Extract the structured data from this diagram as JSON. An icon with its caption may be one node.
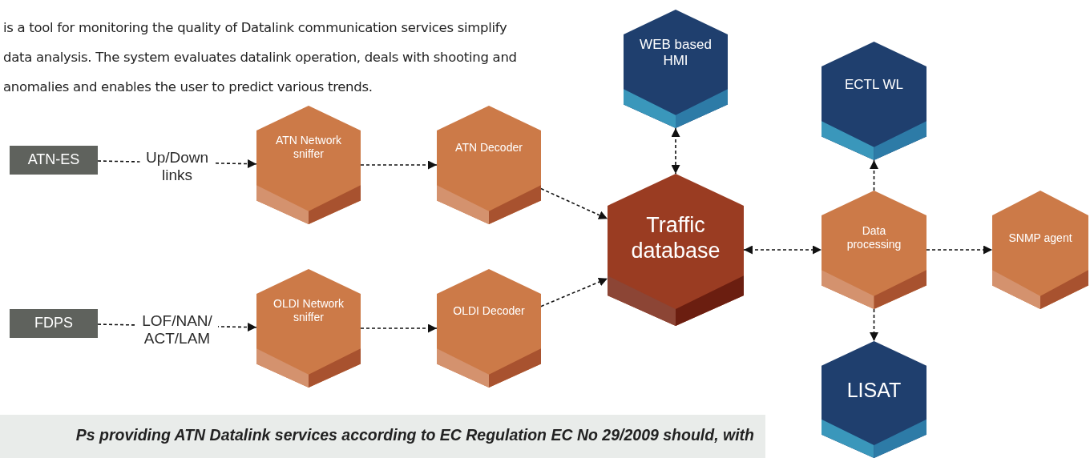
{
  "diagram": {
    "nodes": [
      {
        "text": [
          "ATN-ES"
        ]
      },
      {
        "text": [
          "FDPS"
        ]
      },
      {
        "text": [
          "ATN Network sniffer"
        ]
      },
      {
        "text": [
          "ATN Decoder"
        ]
      },
      {
        "text": [
          "OLDI Network sniffer"
        ]
      },
      {
        "text": [
          "OLDI Decoder"
        ]
      },
      {
        "text": [
          "WEB based HMI"
        ]
      },
      {
        "text": [
          "Traffic database"
        ]
      },
      {
        "text": [
          "ECTL WL"
        ]
      },
      {
        "text": [
          "Data processing"
        ]
      },
      {
        "text": [
          "SNMP agent"
        ]
      },
      {
        "text": [
          "LISAT"
        ]
      }
    ],
    "edges": [
      {
        "from": 0,
        "to": 2,
        "arrow": "to",
        "label": "Up/Down links",
        "style": "dashed"
      },
      {
        "from": 1,
        "to": 4,
        "arrow": "to",
        "label": "LOF/NAN/ACT/LAM",
        "style": "dashed"
      },
      {
        "from": 2,
        "to": 3,
        "arrow": "to",
        "style": "dashed"
      },
      {
        "from": 4,
        "to": 5,
        "arrow": "to",
        "style": "dashed"
      },
      {
        "from": 3,
        "to": 7,
        "arrow": "to",
        "style": "dashed"
      },
      {
        "from": 5,
        "to": 7,
        "arrow": "to",
        "style": "dashed"
      },
      {
        "from": 6,
        "to": 7,
        "arrow": "both",
        "style": "dashed"
      },
      {
        "from": 7,
        "to": 9,
        "arrow": "both",
        "style": "dashed"
      },
      {
        "from": 9,
        "to": 8,
        "arrow": "to",
        "style": "dashed"
      },
      {
        "from": 9,
        "to": 10,
        "arrow": "to",
        "style": "dashed"
      },
      {
        "from": 9,
        "to": 11,
        "arrow": "to",
        "style": "dashed"
      }
    ],
    "labels": [
      "is a tool for monitoring the quality of Datalink communication services simplify data analysis. The system evaluates datalink operation, deals with shooting and anomalies and enables the user to predict various trends.",
      "Ps providing ATN Datalink services according to EC Regulation EC No 29/2009 should, with"
    ]
  }
}
